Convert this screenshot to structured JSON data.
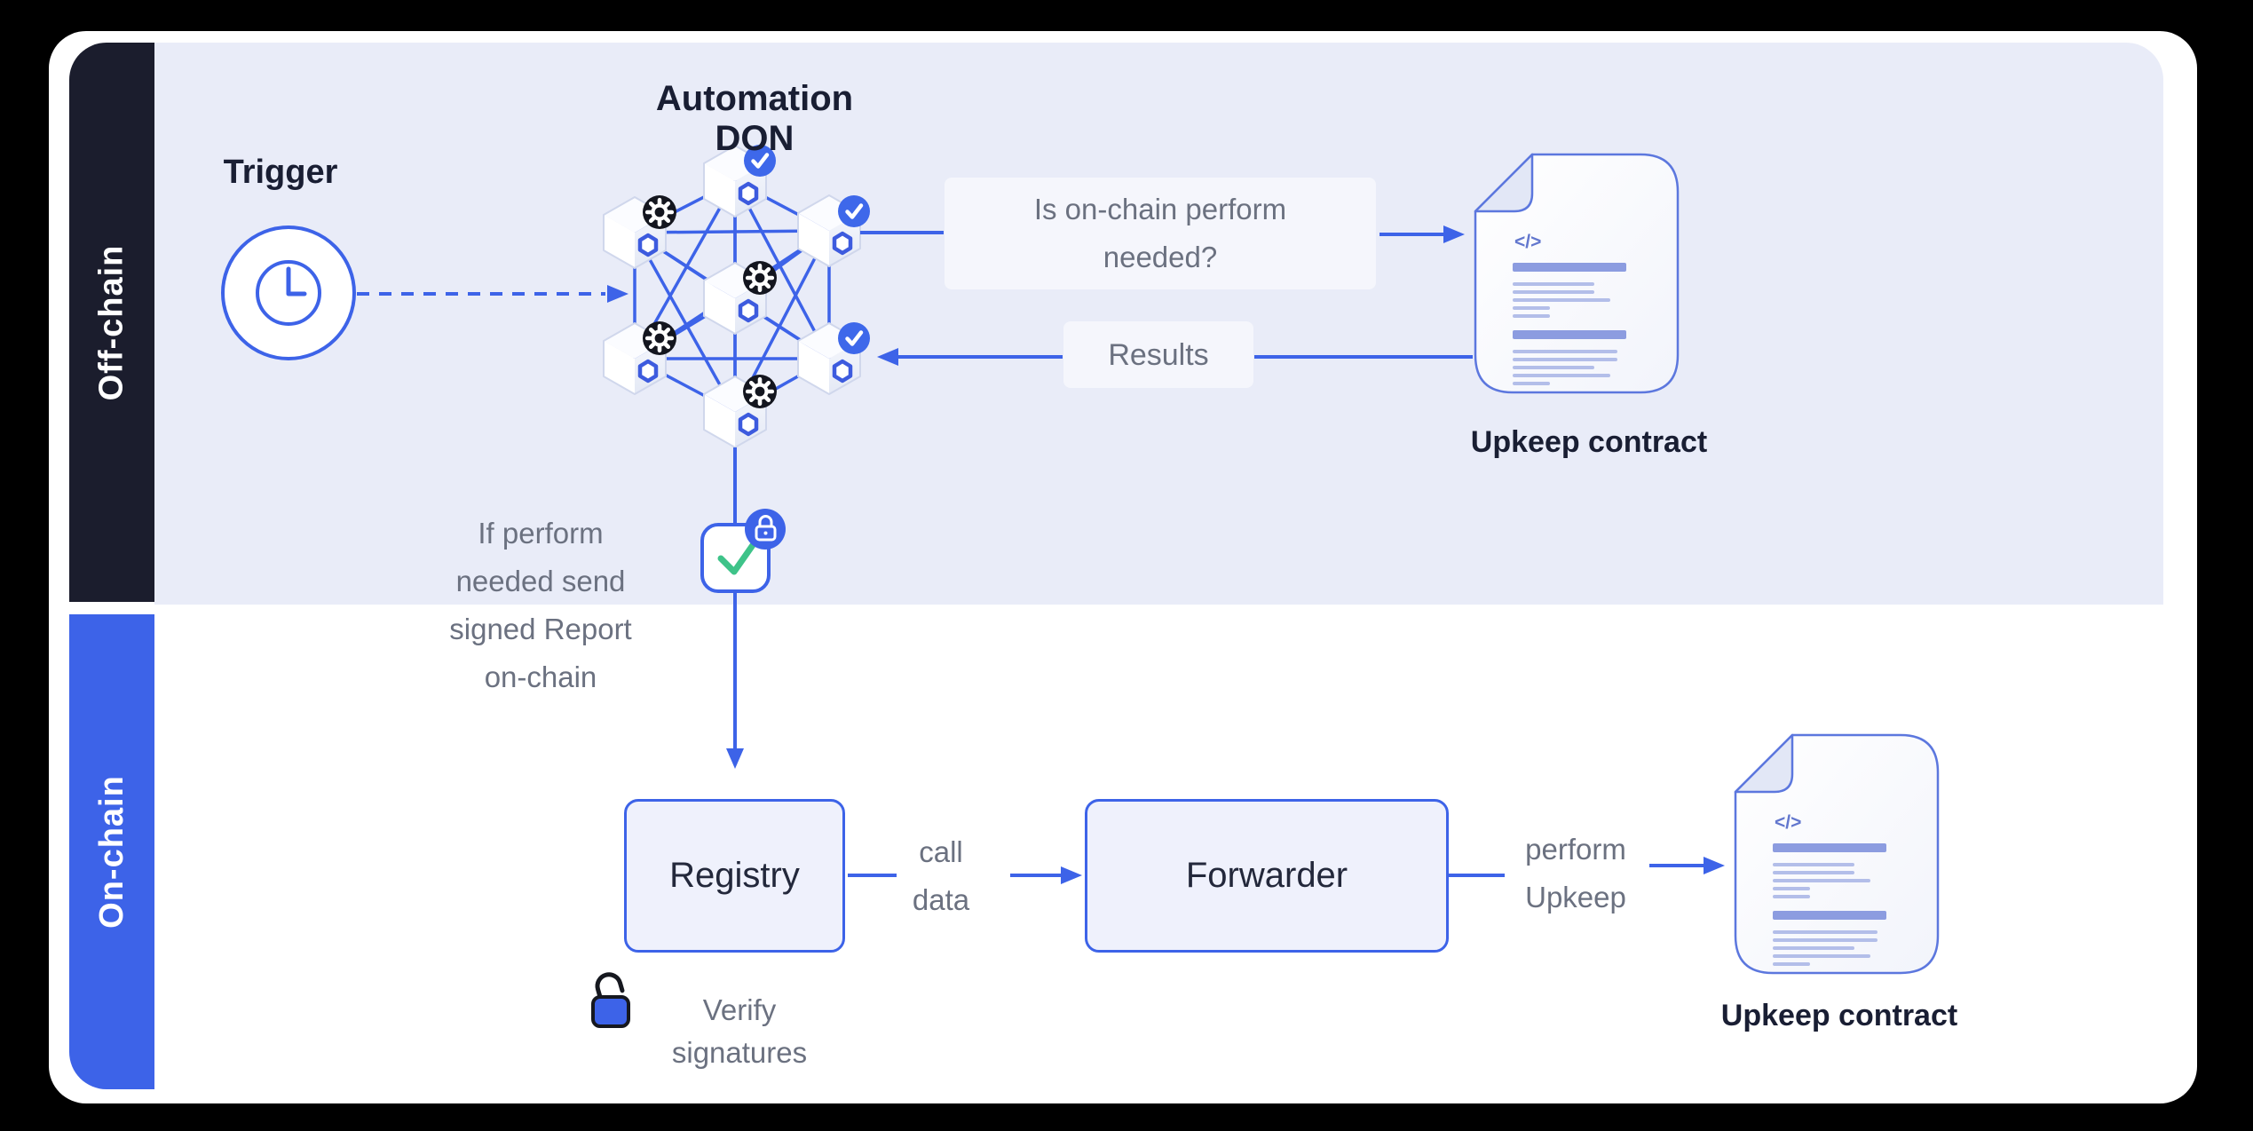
{
  "colors": {
    "accent": "#3D63E8",
    "lavender": "#E9ECF8",
    "darkbar": "#1B1D2D",
    "graytext": "#6B7180",
    "darktext": "#191E33",
    "boxfill": "#EFF1FC",
    "green": "#3EC389",
    "badgeblack": "#14161F",
    "docstroke": "#5C77DE"
  },
  "sidebar": {
    "offchain_label": "Off-chain",
    "onchain_label": "On-chain"
  },
  "offchain": {
    "don_title": "Automation DON",
    "trigger_label": "Trigger",
    "question": "Is on-chain perform\nneeded?",
    "results_label": "Results",
    "report_note": "If perform\nneeded send\nsigned Report\non-chain",
    "upkeep_contract_label": "Upkeep contract"
  },
  "onchain": {
    "registry_label": "Registry",
    "call_data_label": "call\ndata",
    "forwarder_label": "Forwarder",
    "perform_upkeep_label": "perform\nUpkeep",
    "verify_label": "Verify\nsignatures",
    "upkeep_contract_label": "Upkeep contract"
  },
  "icons": {
    "code_glyph": "</>"
  }
}
